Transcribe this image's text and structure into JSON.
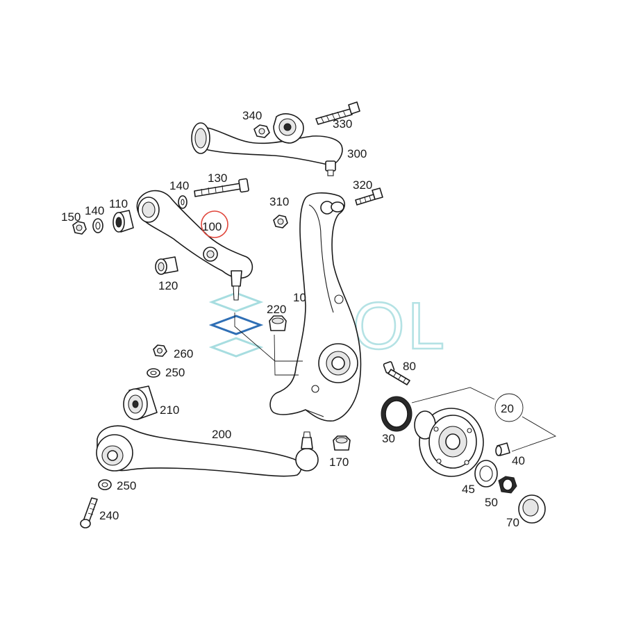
{
  "diagram": {
    "labels": {
      "p10": "10",
      "p20": "20",
      "p30": "30",
      "p40": "40",
      "p45": "45",
      "p50": "50",
      "p70": "70",
      "p80": "80",
      "p100": "100",
      "p110": "110",
      "p120": "120",
      "p130": "130",
      "p140a": "140",
      "p140b": "140",
      "p150": "150",
      "p170": "170",
      "p200": "200",
      "p210": "210",
      "p220": "220",
      "p240": "240",
      "p250a": "250",
      "p250b": "250",
      "p260": "260",
      "p300": "300",
      "p310": "310",
      "p320": "320",
      "p330": "330",
      "p340": "340"
    },
    "highlighted_part": "100",
    "highlight_color": "#e0453a",
    "watermark": {
      "text": "SOL",
      "color": "#a7dde0",
      "accent_color": "#2f6fb5"
    }
  }
}
